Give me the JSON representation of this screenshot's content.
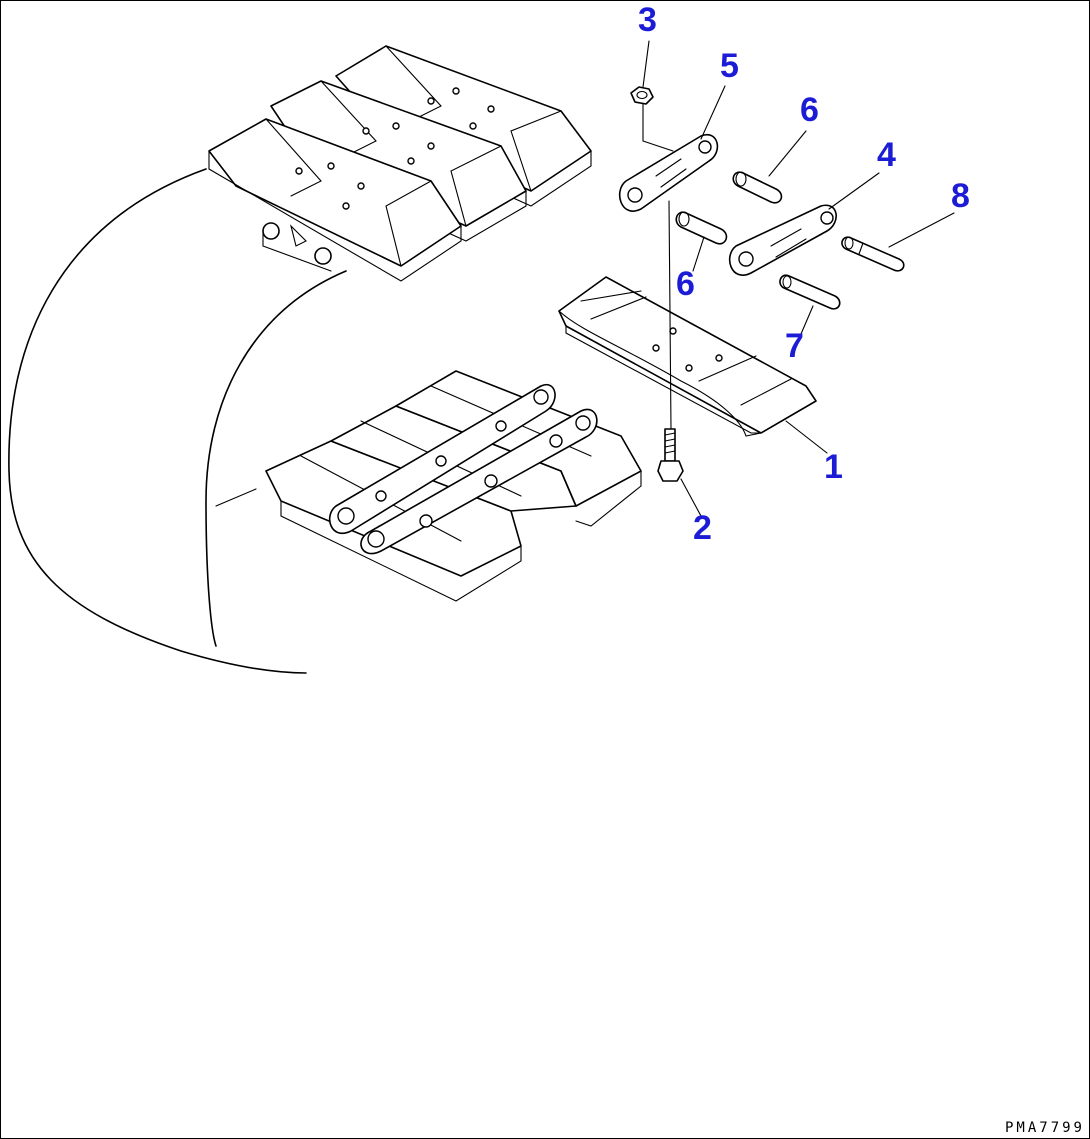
{
  "drawing_code": "PMA7799",
  "callouts": [
    {
      "id": "label-1",
      "text": "1"
    },
    {
      "id": "label-2",
      "text": "2"
    },
    {
      "id": "label-3",
      "text": "3"
    },
    {
      "id": "label-4",
      "text": "4"
    },
    {
      "id": "label-5",
      "text": "5"
    },
    {
      "id": "label-6a",
      "text": "6"
    },
    {
      "id": "label-6b",
      "text": "6"
    },
    {
      "id": "label-7",
      "text": "7"
    },
    {
      "id": "label-8",
      "text": "8"
    }
  ],
  "colors": {
    "callout": "#1c1cd6",
    "line": "#000000",
    "background": "#ffffff"
  }
}
